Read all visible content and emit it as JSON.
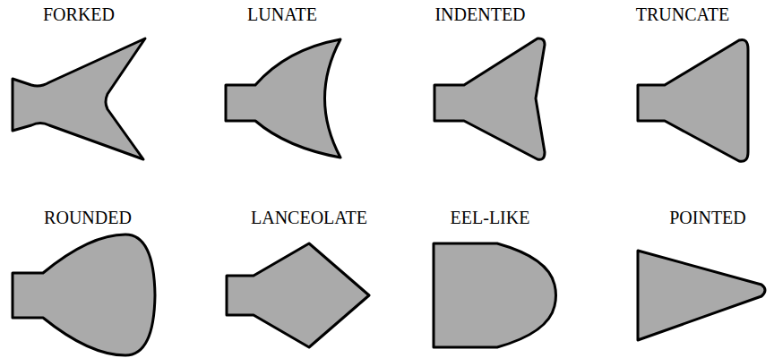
{
  "diagram": {
    "nodes": [
      {
        "text": [
          "FORKED"
        ]
      },
      {
        "text": [
          "LUNATE"
        ]
      },
      {
        "text": [
          "INDENTED"
        ]
      },
      {
        "text": [
          "TRUNCATE"
        ]
      },
      {
        "text": [
          "ROUNDED"
        ]
      },
      {
        "text": [
          "LANCEOLATE"
        ]
      },
      {
        "text": [
          "EEL-LIKE"
        ]
      },
      {
        "text": [
          "POINTED"
        ]
      }
    ]
  }
}
